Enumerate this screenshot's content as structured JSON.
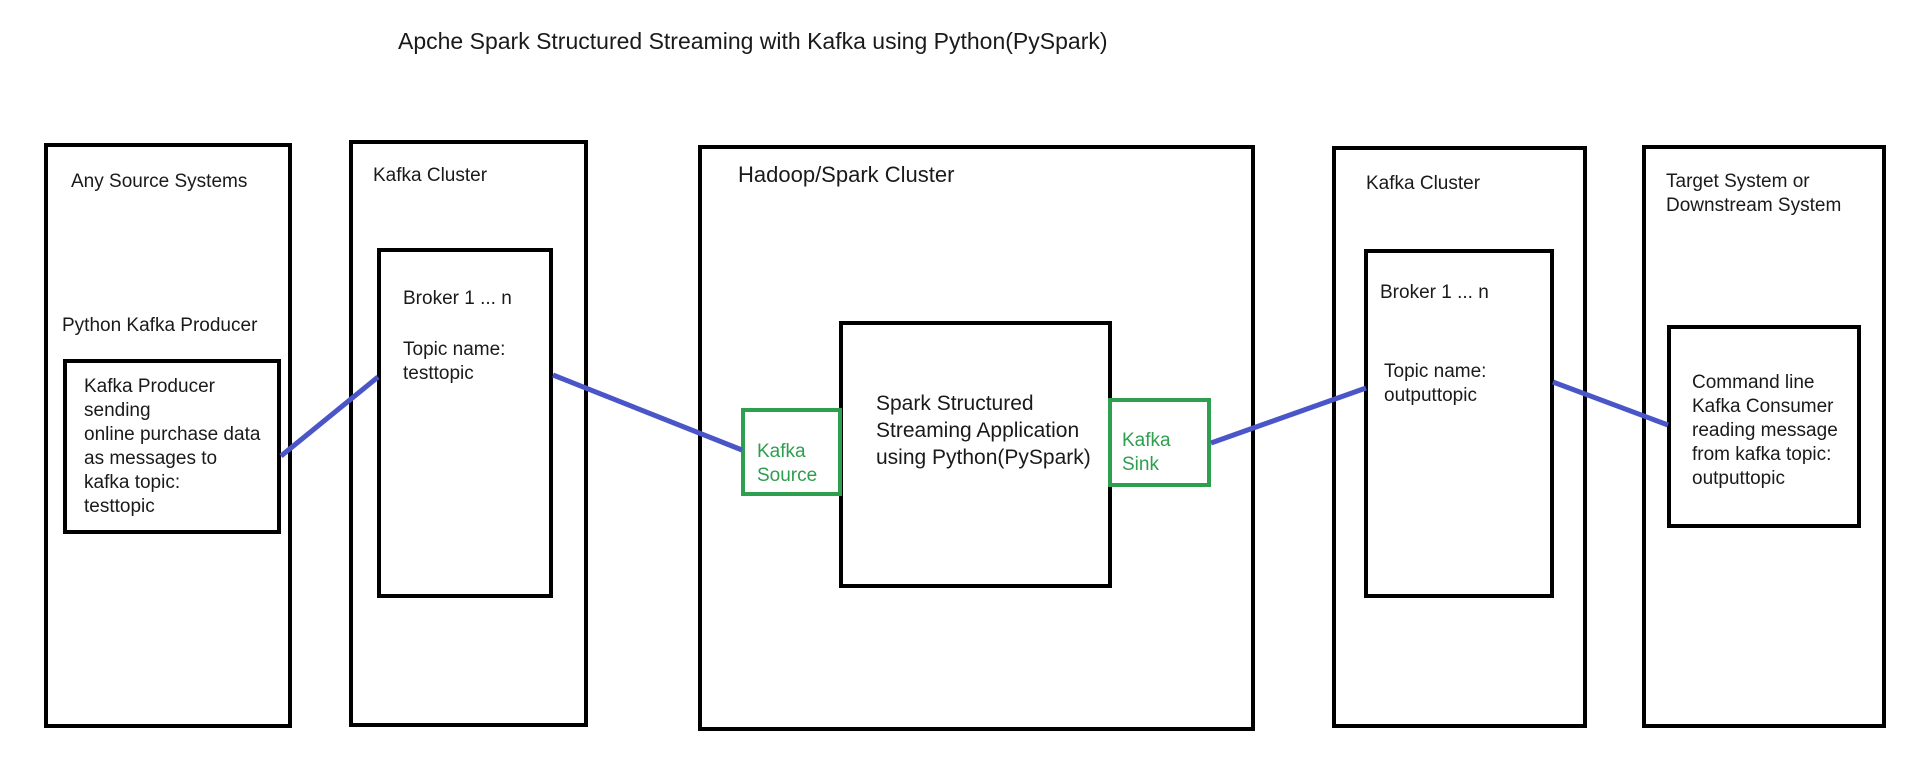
{
  "title": "Apche Spark Structured Streaming with Kafka using Python(PySpark)",
  "source": {
    "header": "Any Source Systems",
    "producer_label": "Python Kafka Producer",
    "producer_box_text": "Kafka Producer\nsending\nonline purchase data\nas messages to\nkafka topic:\ntesttopic"
  },
  "kafka_left": {
    "header": "Kafka Cluster",
    "broker": "Broker 1 ... n",
    "topic": "Topic name:\ntesttopic"
  },
  "spark": {
    "header": "Hadoop/Spark Cluster",
    "app": "Spark Structured\nStreaming Application\nusing Python(PySpark)",
    "source_connector": "Kafka\nSource",
    "sink_connector": "Kafka\nSink"
  },
  "kafka_right": {
    "header": "Kafka Cluster",
    "broker": "Broker 1 ... n",
    "topic": "Topic name:\noutputtopic"
  },
  "target": {
    "header": "Target System or\nDownstream System",
    "consumer_text": "Command line\nKafka Consumer\nreading message\nfrom kafka topic:\noutputtopic"
  },
  "colors": {
    "border": "#000000",
    "connector": "#2e9e4f",
    "wire": "#4a55c8"
  }
}
